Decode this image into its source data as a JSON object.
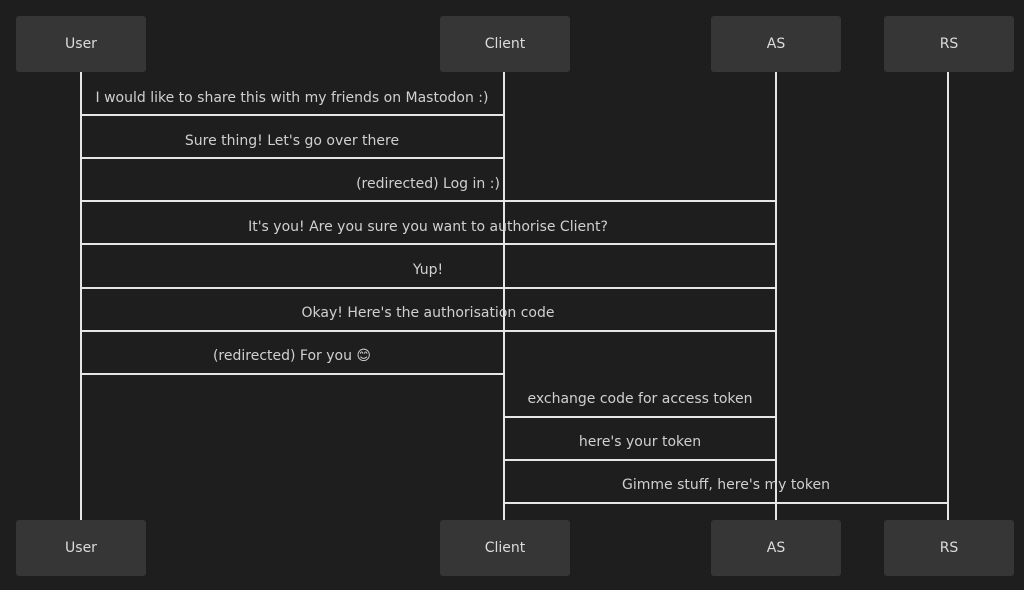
{
  "participants": [
    {
      "id": "user",
      "label": "User"
    },
    {
      "id": "client",
      "label": "Client"
    },
    {
      "id": "as",
      "label": "AS"
    },
    {
      "id": "rs",
      "label": "RS"
    }
  ],
  "messages": [
    {
      "from": "user",
      "to": "client",
      "text": "I would like to share this with my friends on Mastodon :)"
    },
    {
      "from": "client",
      "to": "user",
      "text": "Sure thing! Let's go over there"
    },
    {
      "from": "user",
      "to": "as",
      "text": "(redirected) Log in :)"
    },
    {
      "from": "as",
      "to": "user",
      "text": "It's you! Are you sure you want to authorise Client?"
    },
    {
      "from": "user",
      "to": "as",
      "text": "Yup!"
    },
    {
      "from": "as",
      "to": "user",
      "text": "Okay! Here's the authorisation code"
    },
    {
      "from": "user",
      "to": "client",
      "text": "(redirected) For you 😊"
    },
    {
      "from": "client",
      "to": "as",
      "text": "exchange code for access token"
    },
    {
      "from": "as",
      "to": "client",
      "text": "here's your token"
    },
    {
      "from": "client",
      "to": "rs",
      "text": "Gimme stuff, here's my token"
    }
  ]
}
